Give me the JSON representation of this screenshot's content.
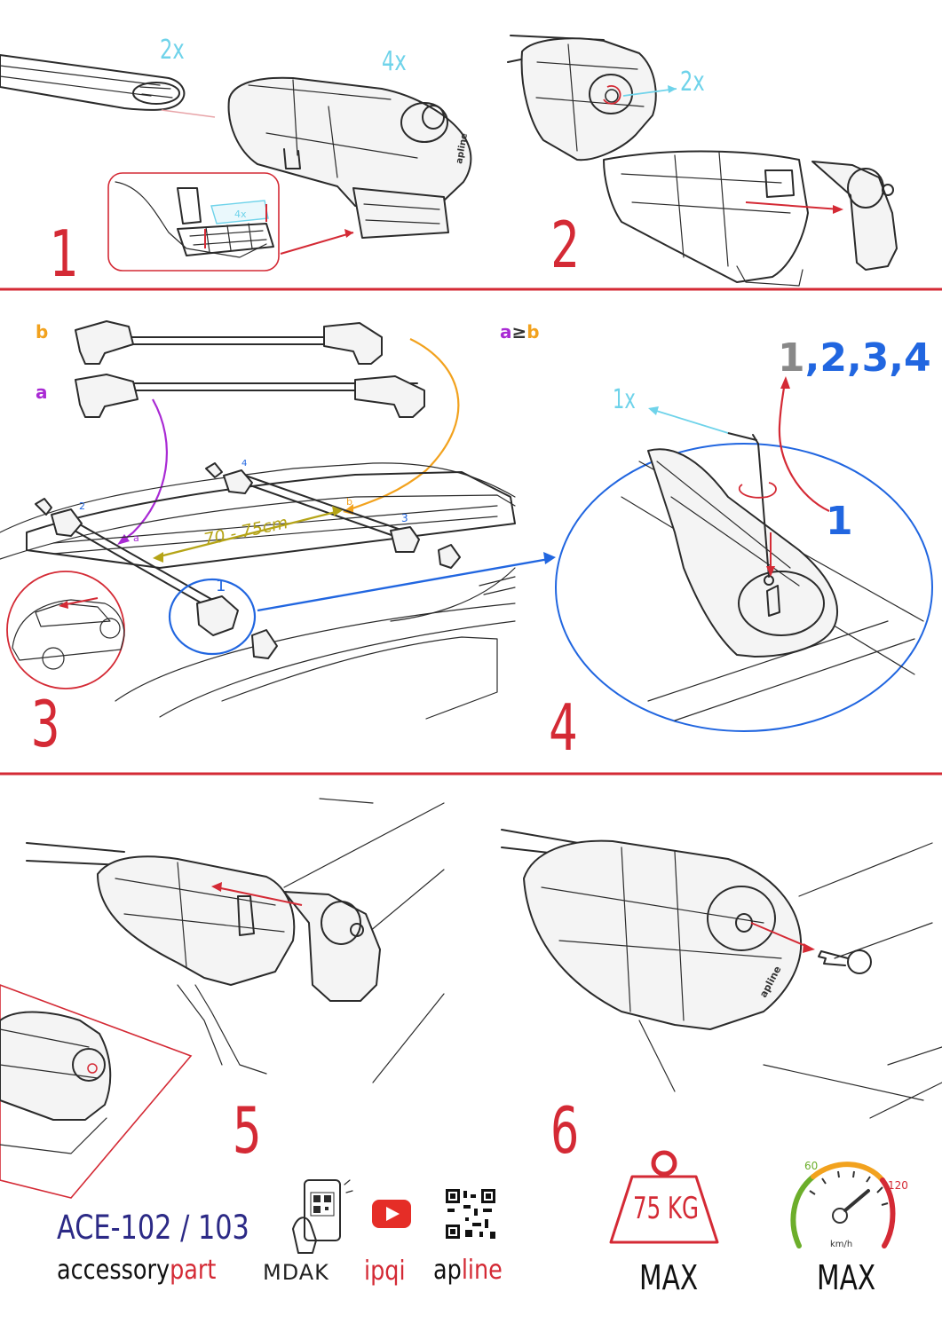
{
  "steps": [
    "1",
    "2",
    "3",
    "4",
    "5",
    "6"
  ],
  "step1": {
    "bar_qty": "2x",
    "foot_qty": "4x",
    "pad_qty": "4x"
  },
  "step2": {
    "cap_qty": "2x"
  },
  "step3": {
    "bar_b": "b",
    "bar_a": "a",
    "rule_a": "a",
    "rule_ge": "≥",
    "rule_b": "b",
    "distance": "70 - 75cm",
    "foot_labels": [
      "1",
      "2",
      "3",
      "4"
    ],
    "bar_marks": [
      "a",
      "b"
    ]
  },
  "step4": {
    "sequence_first": "1",
    "sequence_rest": ",2,3,4",
    "key_qty": "1x",
    "start_number": "1"
  },
  "footer": {
    "product_code": "ACE-102 / 103",
    "brand1_a": "accessory",
    "brand1_b": "part",
    "brand2": "MDAK",
    "brand3": "ipqi",
    "brand4_a": "ap",
    "brand4_b": "line",
    "weight": "75 KG",
    "weight_max": "MAX",
    "speed_low": "60",
    "speed_high": "120",
    "speed_unit": "km/h",
    "speed_max": "MAX"
  },
  "logo_text": "apline",
  "colors": {
    "accent_red": "#d42a35",
    "cyan": "#6fd3ea",
    "blue": "#2166e0",
    "orange": "#f2a21e",
    "purple": "#a92ad4",
    "olive": "#b5a417",
    "navy": "#2c2a86"
  }
}
